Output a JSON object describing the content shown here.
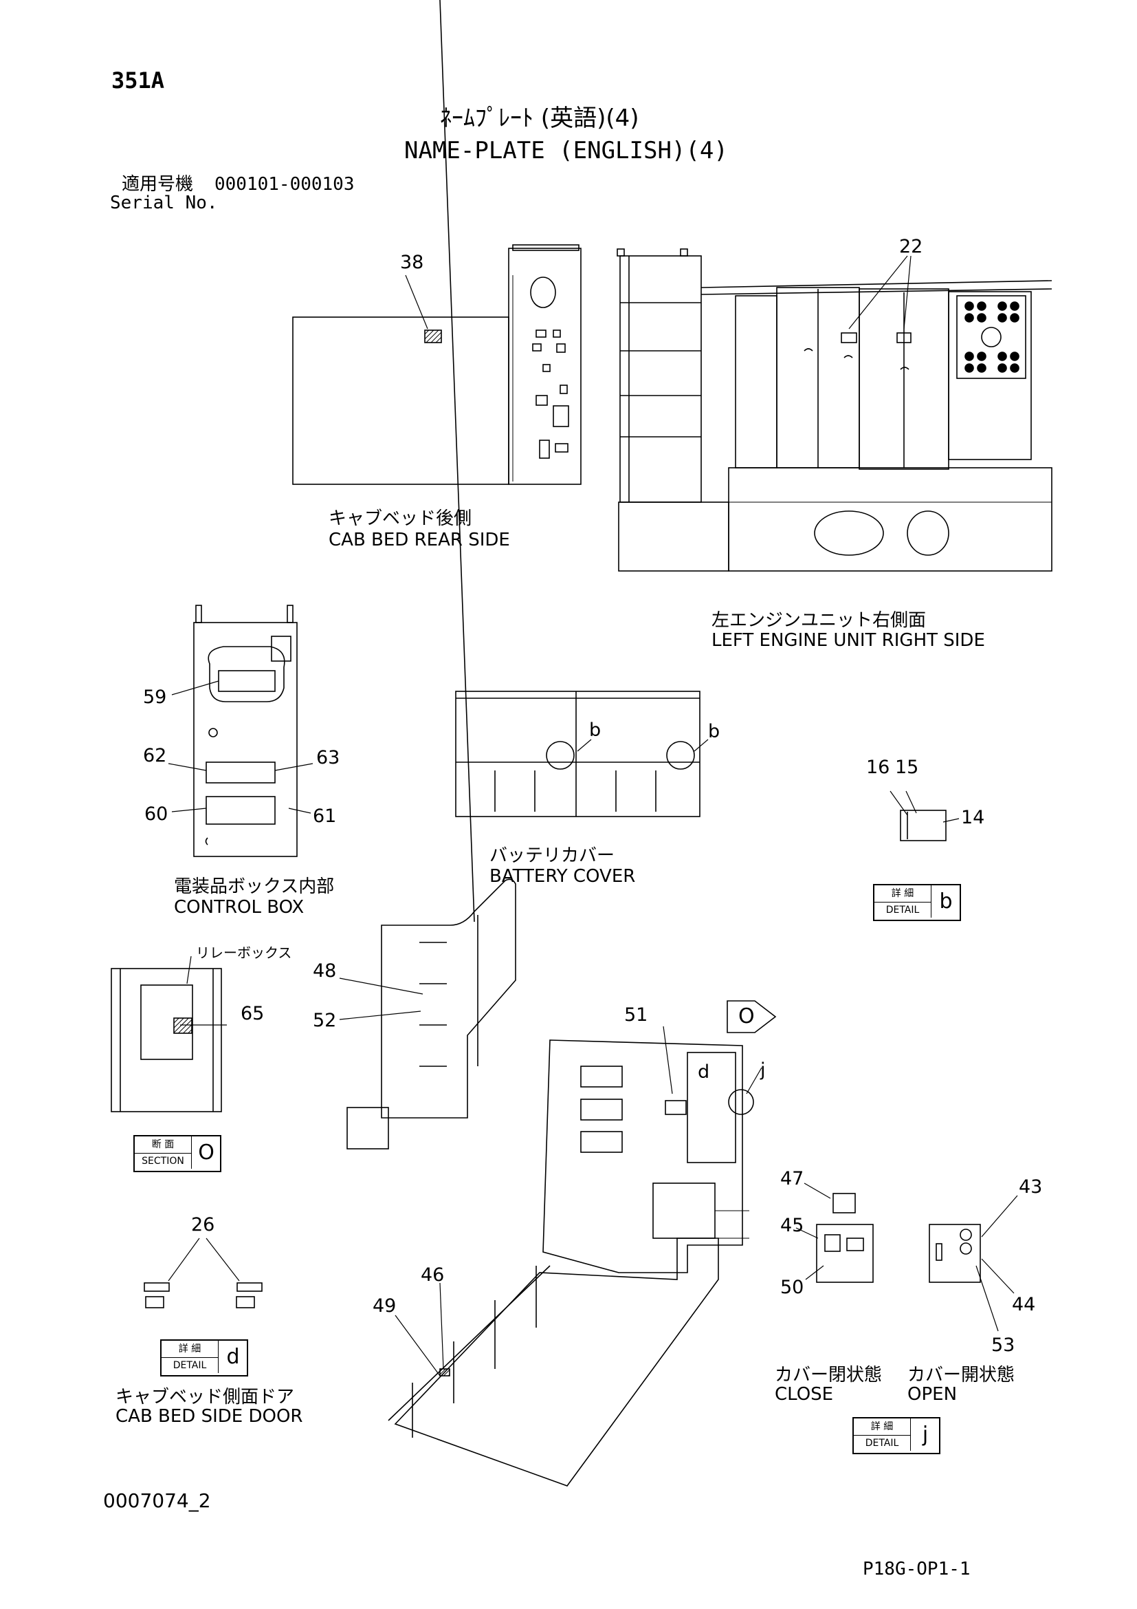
{
  "header": {
    "page_code": "351A",
    "title_jp": "ﾈｰﾑﾌﾟﾚｰﾄ (英語)(4)",
    "title_en": "NAME-PLATE (ENGLISH)(4)",
    "serial_jp": "適用号機",
    "serial_range": "000101-000103",
    "serial_en": "Serial No."
  },
  "views": {
    "cab_bed_rear": {
      "jp": "キャブベッド後側",
      "en": "CAB BED REAR SIDE"
    },
    "left_engine_right": {
      "jp": "左エンジンユニット右側面",
      "en": "LEFT ENGINE UNIT RIGHT SIDE"
    },
    "control_box": {
      "jp": "電装品ボックス内部",
      "en": "CONTROL BOX"
    },
    "battery_cover": {
      "jp": "バッテリカバー",
      "en": "BATTERY COVER"
    },
    "relay_box": {
      "jp": "リレーボックス"
    },
    "cab_bed_side_door": {
      "jp": "キャブベッド側面ドア",
      "en": "CAB BED SIDE DOOR"
    },
    "cover_close": {
      "jp": "カバー閉状態",
      "en": "CLOSE"
    },
    "cover_open": {
      "jp": "カバー開状態",
      "en": "OPEN"
    }
  },
  "callouts": {
    "c38": "38",
    "c22": "22",
    "c59": "59",
    "c62": "62",
    "c63": "63",
    "c60": "60",
    "c61": "61",
    "b1": "b",
    "b2": "b",
    "c16": "16",
    "c15": "15",
    "c14": "14",
    "c48": "48",
    "c52": "52",
    "c65": "65",
    "c51": "51",
    "d": "d",
    "j": "j",
    "o": "O",
    "c47": "47",
    "c43": "43",
    "c45": "45",
    "c50": "50",
    "c44": "44",
    "c53": "53",
    "c26": "26",
    "c46": "46",
    "c49": "49"
  },
  "detail_boxes": {
    "detail_b": {
      "jp": "詳 細",
      "en": "DETAIL",
      "letter": "b"
    },
    "section_o": {
      "jp": "断 面",
      "en": "SECTION",
      "letter": "O"
    },
    "detail_d": {
      "jp": "詳 細",
      "en": "DETAIL",
      "letter": "d"
    },
    "detail_j": {
      "jp": "詳 細",
      "en": "DETAIL",
      "letter": "j"
    }
  },
  "footer": {
    "drawing_number": "0007074_2",
    "page_ref": "P18G-OP1-1"
  }
}
